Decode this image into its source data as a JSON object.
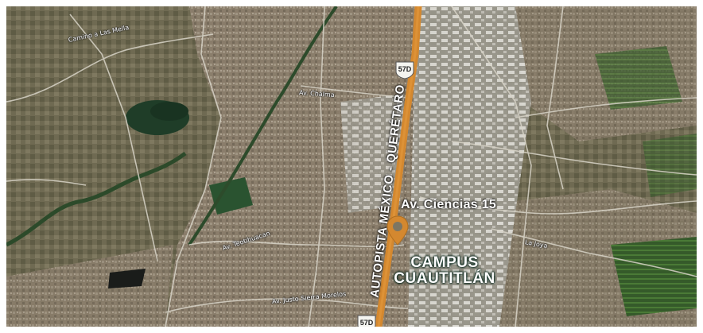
{
  "map": {
    "colors": {
      "highway": "#d4882f",
      "pin": "#d4882f",
      "label_text": "#ffffff",
      "vegetation": "#2f4a2c",
      "urban": "#8a8270",
      "industrial": "#c9c7c0"
    },
    "highway_label": "AUTOPISTA MÉXICO - QUERÉTARO",
    "highway_shields": [
      "57D",
      "57D"
    ],
    "street_labels": [
      "Camino a Las Mella",
      "Av. Chalma",
      "Av. Teotihuacan",
      "Av. Justo Sierra Morelos",
      "La Joya"
    ],
    "address_label": "Av. Ciencias 15",
    "campus_label_line1": "CAMPUS",
    "campus_label_line2": "CUAUTITLÁN",
    "pin_icon": "map-pin-icon"
  }
}
